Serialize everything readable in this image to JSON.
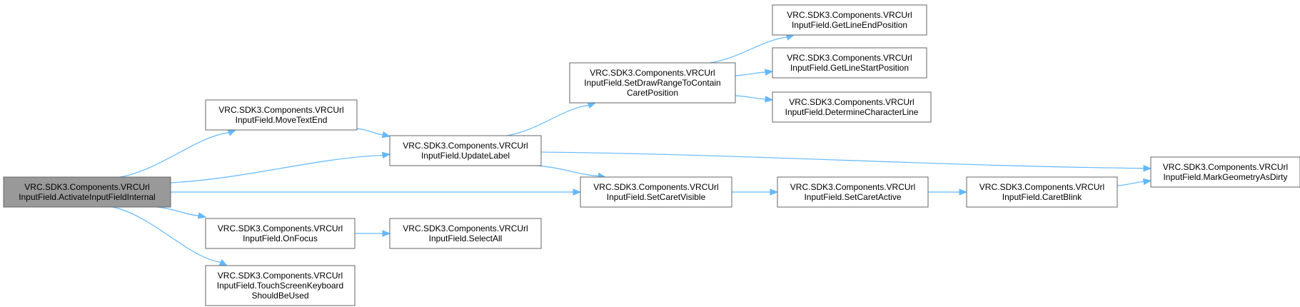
{
  "diagram": {
    "colors": {
      "edge": "#63b8ff",
      "node_border": "#666666",
      "node_fill": "#ffffff",
      "current_fill": "#999999",
      "text": "#000000"
    },
    "nodes": [
      {
        "id": "activate",
        "current": true,
        "lines": [
          "VRC.SDK3.Components.VRCUrl",
          "InputField.ActivateInputFieldInternal"
        ]
      },
      {
        "id": "movetextend",
        "lines": [
          "VRC.SDK3.Components.VRCUrl",
          "InputField.MoveTextEnd"
        ]
      },
      {
        "id": "updatelabel",
        "lines": [
          "VRC.SDK3.Components.VRCUrl",
          "InputField.UpdateLabel"
        ]
      },
      {
        "id": "setdrawrange",
        "lines": [
          "VRC.SDK3.Components.VRCUrl",
          "InputField.SetDrawRangeToContain",
          "CaretPosition"
        ]
      },
      {
        "id": "getlineend",
        "lines": [
          "VRC.SDK3.Components.VRCUrl",
          "InputField.GetLineEndPosition"
        ]
      },
      {
        "id": "getlinestart",
        "lines": [
          "VRC.SDK3.Components.VRCUrl",
          "InputField.GetLineStartPosition"
        ]
      },
      {
        "id": "determinechar",
        "lines": [
          "VRC.SDK3.Components.VRCUrl",
          "InputField.DetermineCharacterLine"
        ]
      },
      {
        "id": "markgeometry",
        "lines": [
          "VRC.SDK3.Components.VRCUrl",
          "InputField.MarkGeometryAsDirty"
        ]
      },
      {
        "id": "setcaretvisible",
        "lines": [
          "VRC.SDK3.Components.VRCUrl",
          "InputField.SetCaretVisible"
        ]
      },
      {
        "id": "setcaretactive",
        "lines": [
          "VRC.SDK3.Components.VRCUrl",
          "InputField.SetCaretActive"
        ]
      },
      {
        "id": "caretblink",
        "lines": [
          "VRC.SDK3.Components.VRCUrl",
          "InputField.CaretBlink"
        ]
      },
      {
        "id": "onfocus",
        "lines": [
          "VRC.SDK3.Components.VRCUrl",
          "InputField.OnFocus"
        ]
      },
      {
        "id": "selectall",
        "lines": [
          "VRC.SDK3.Components.VRCUrl",
          "InputField.SelectAll"
        ]
      },
      {
        "id": "touchscreen",
        "lines": [
          "VRC.SDK3.Components.VRCUrl",
          "InputField.TouchScreenKeyboard",
          "ShouldBeUsed"
        ]
      }
    ],
    "edges": [
      {
        "from": "activate",
        "to": "movetextend"
      },
      {
        "from": "activate",
        "to": "updatelabel"
      },
      {
        "from": "activate",
        "to": "setcaretvisible"
      },
      {
        "from": "activate",
        "to": "onfocus"
      },
      {
        "from": "activate",
        "to": "touchscreen"
      },
      {
        "from": "movetextend",
        "to": "updatelabel"
      },
      {
        "from": "updatelabel",
        "to": "setdrawrange"
      },
      {
        "from": "updatelabel",
        "to": "markgeometry"
      },
      {
        "from": "updatelabel",
        "to": "setcaretvisible"
      },
      {
        "from": "setdrawrange",
        "to": "getlineend"
      },
      {
        "from": "setdrawrange",
        "to": "getlinestart"
      },
      {
        "from": "setdrawrange",
        "to": "determinechar"
      },
      {
        "from": "setcaretvisible",
        "to": "setcaretactive"
      },
      {
        "from": "setcaretactive",
        "to": "caretblink"
      },
      {
        "from": "caretblink",
        "to": "markgeometry"
      },
      {
        "from": "onfocus",
        "to": "selectall"
      }
    ]
  }
}
